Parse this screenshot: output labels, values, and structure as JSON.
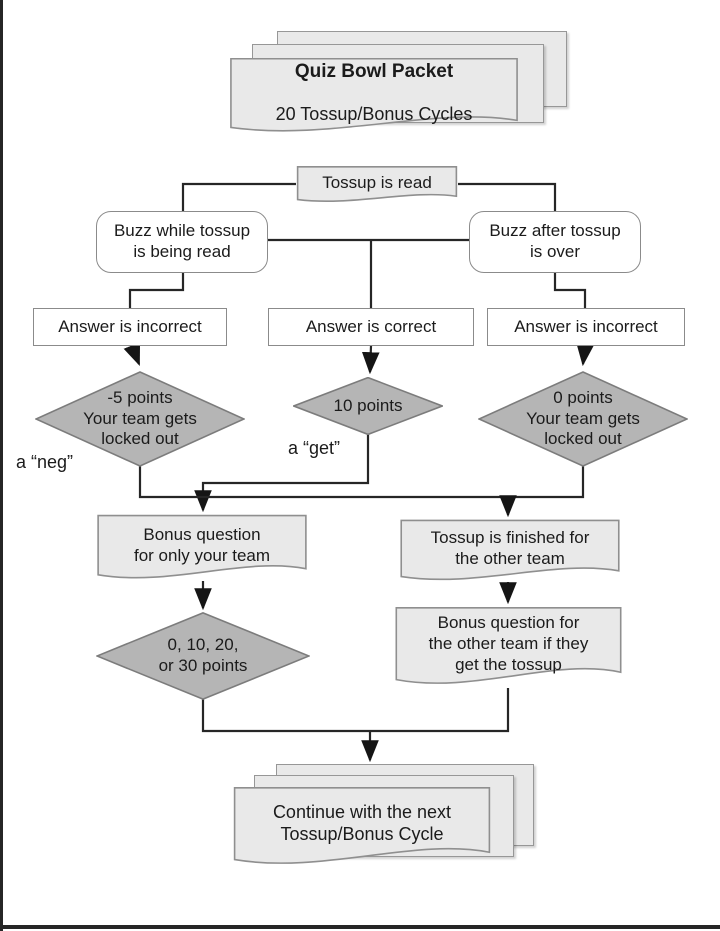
{
  "diagram": {
    "packet": {
      "title": "Quiz Bowl Packet",
      "subtitle": "20 Tossup/Bonus Cycles"
    },
    "tossup_read": "Tossup is read",
    "buzz_during": "Buzz while tossup\nis being read",
    "buzz_after": "Buzz after tossup\nis over",
    "answer_incorrect_left": "Answer is incorrect",
    "answer_correct": "Answer is correct",
    "answer_incorrect_right": "Answer is incorrect",
    "neg_diamond": "-5 points\nYour team gets\nlocked out",
    "neg_annotation": "a “neg”",
    "get_diamond": "10 points",
    "get_annotation": "a “get”",
    "zero_diamond": "0 points\nYour team gets\nlocked out",
    "bonus_your_team": "Bonus question\nfor only your team",
    "bonus_points_diamond": "0, 10, 20,\nor 30 points",
    "tossup_finished": "Tossup is finished for\nthe other team",
    "bonus_other_team": "Bonus question for\nthe other team if they\nget the tossup",
    "continue_cycle": "Continue with the next\nTossup/Bonus Cycle"
  },
  "colors": {
    "document_fill": "#e9e9e9",
    "diamond_fill": "#b5b5b5",
    "box_fill": "#ffffff",
    "border": "#8b8b8b",
    "line": "#262626",
    "text": "#1b1b1b"
  }
}
